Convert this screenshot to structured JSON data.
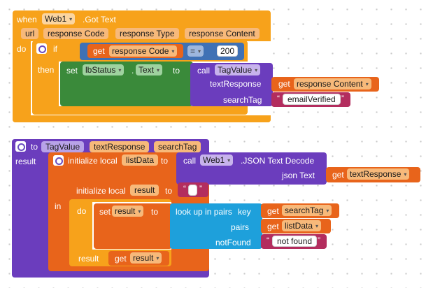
{
  "event": {
    "when": "when",
    "component": "Web1",
    "event_name": ".Got Text",
    "params": [
      "url",
      "response Code",
      "response Type",
      "response Content"
    ],
    "do": "do",
    "if": "if",
    "then": "then",
    "get": "get",
    "get_var": "response Code",
    "compare_op": "=",
    "compare_value": "200",
    "set": "set",
    "set_component": "lbStatus",
    "set_property": "Text",
    "to": "to",
    "call": "call",
    "call_proc": "TagValue",
    "arg1_label": "textResponse",
    "arg1_get": "get",
    "arg1_var": "response Content",
    "arg2_label": "searchTag",
    "arg2_value": "emailVerified"
  },
  "procedure": {
    "to": "to",
    "name": "TagValue",
    "params": [
      "textResponse",
      "searchTag"
    ],
    "result_label": "result",
    "init_local": "initialize local",
    "local1_name": "listData",
    "to_kw": "to",
    "call": "call",
    "call_component": "Web1",
    "call_method": ".JSON Text Decode",
    "json_text_label": "json Text",
    "get": "get",
    "json_text_var": "textResponse",
    "local2_name": "result",
    "local2_value": "",
    "in": "in",
    "do": "do",
    "set": "set",
    "set_var": "result",
    "lookup": "look up in pairs",
    "key_label": "key",
    "key_var": "searchTag",
    "pairs_label": "pairs",
    "pairs_var": "listData",
    "notfound_label": "notFound",
    "notfound_value": "not found",
    "result_var": "result"
  },
  "colors": {
    "event": "#f7a21b",
    "control": "#f7a21b",
    "variable": "#e8641b",
    "math": "#3f71b5",
    "component_set": "#3a8a3a",
    "procedure": "#6b3dbd",
    "lists": "#1ea0db",
    "text": "#b32d5e",
    "component_method": "#6b3dbd"
  }
}
